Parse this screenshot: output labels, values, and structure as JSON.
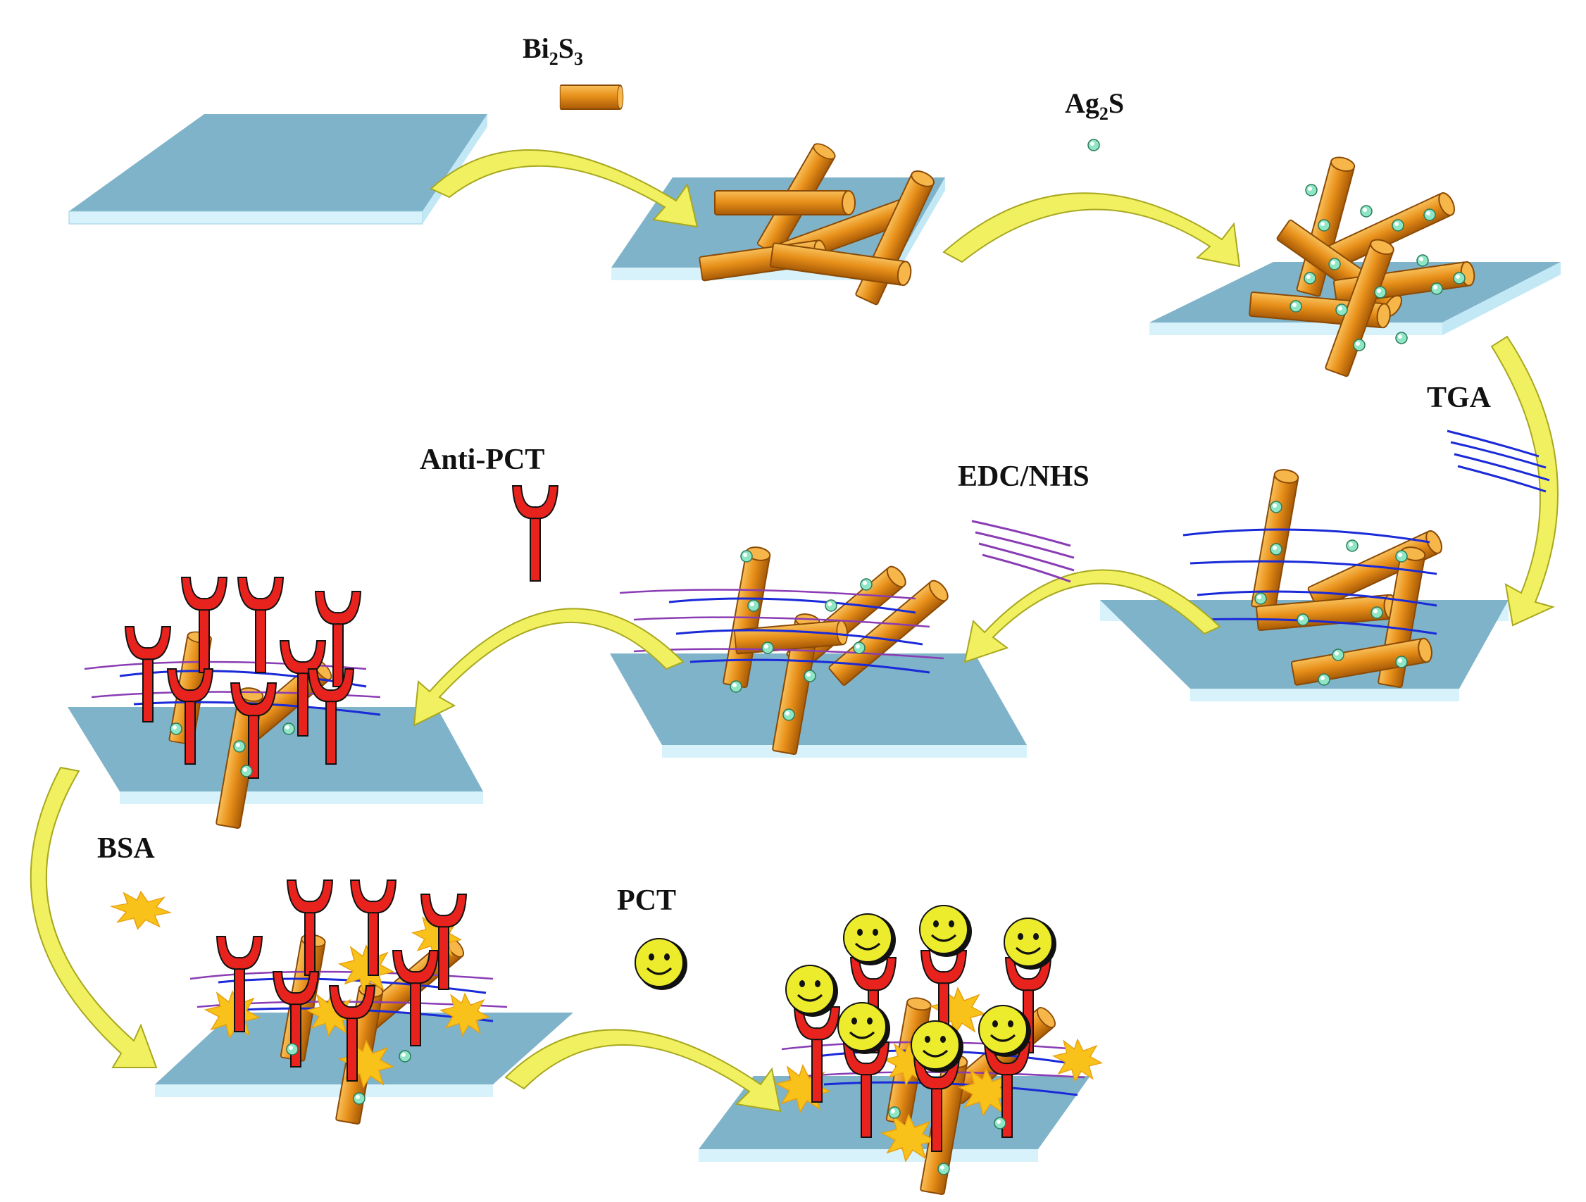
{
  "labels": {
    "bi2s3": {
      "main": "Bi",
      "sub1": "2",
      "mid": "S",
      "sub2": "3"
    },
    "ag2s": {
      "main": "Ag",
      "sub1": "2",
      "mid": "S"
    },
    "tga": "TGA",
    "edc_nhs": "EDC/NHS",
    "anti_pct": "Anti-PCT",
    "bsa": "BSA",
    "pct": "PCT"
  },
  "colors": {
    "substrate_top": "#7fb3c9",
    "substrate_edge": "#d7f2fb",
    "rod": "#e8901a",
    "rod_dark": "#b86408",
    "rod_light": "#f8c05a",
    "dot": "#8fe6c4",
    "arrow": "#f0f060",
    "arrow_stroke": "#a8a820",
    "tga_line": "#1a2ad8",
    "edc_line": "#8a3cb4",
    "antibody": "#e8231e",
    "bsa": "#f8c21a",
    "pct_face": "#ecec2c"
  },
  "icons": [
    "substrate-icon",
    "nanorod-icon",
    "quantum-dot-icon",
    "antibody-icon",
    "bsa-star-icon",
    "pct-smiley-icon",
    "curved-arrow-icon"
  ]
}
